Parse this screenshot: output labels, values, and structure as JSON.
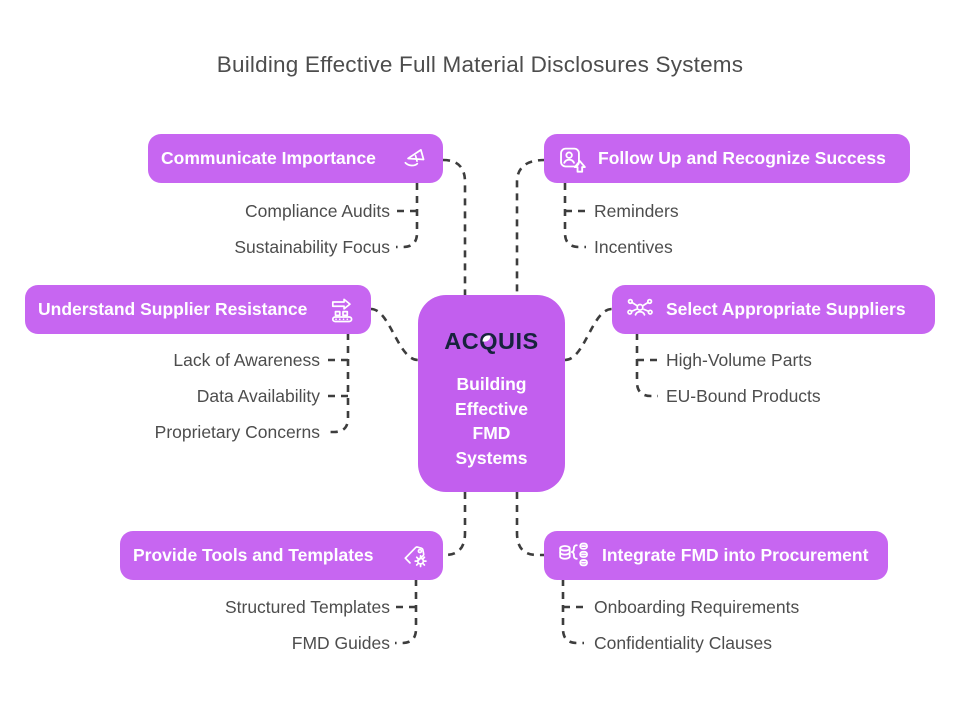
{
  "page": {
    "title": "Building Effective Full Material Disclosures Systems"
  },
  "center": {
    "logo_parts": [
      "AC",
      "Q",
      "UIS"
    ],
    "label_lines": [
      "Building",
      "Effective",
      "FMD",
      "Systems"
    ]
  },
  "branches": [
    {
      "label": "Communicate Importance",
      "icon": "megaphone-hand-icon",
      "side": "left",
      "children": [
        "Compliance Audits",
        "Sustainability Focus"
      ]
    },
    {
      "label": "Follow Up and Recognize Success",
      "icon": "person-promotion-icon",
      "side": "right",
      "children": [
        "Reminders",
        "Incentives"
      ]
    },
    {
      "label": "Understand Supplier Resistance",
      "icon": "conveyor-arrow-icon",
      "side": "left",
      "children": [
        "Lack of Awareness",
        "Data Availability",
        "Proprietary Concerns"
      ]
    },
    {
      "label": "Select Appropriate Suppliers",
      "icon": "supplier-network-icon",
      "side": "right",
      "children": [
        "High-Volume Parts",
        "EU-Bound Products"
      ]
    },
    {
      "label": "Provide Tools and Templates",
      "icon": "tag-gear-icon",
      "side": "left",
      "children": [
        "Structured Templates",
        "FMD Guides"
      ]
    },
    {
      "label": "Integrate FMD into Procurement",
      "icon": "database-integration-icon",
      "side": "right",
      "children": [
        "Onboarding Requirements",
        "Confidentiality Clauses"
      ]
    }
  ],
  "colors": {
    "node_purple": "#c766f1",
    "center_purple": "#c25fee",
    "connector": "#3d3d3d",
    "text_dark": "#4d4d4d",
    "logo_navy": "#17233d"
  }
}
